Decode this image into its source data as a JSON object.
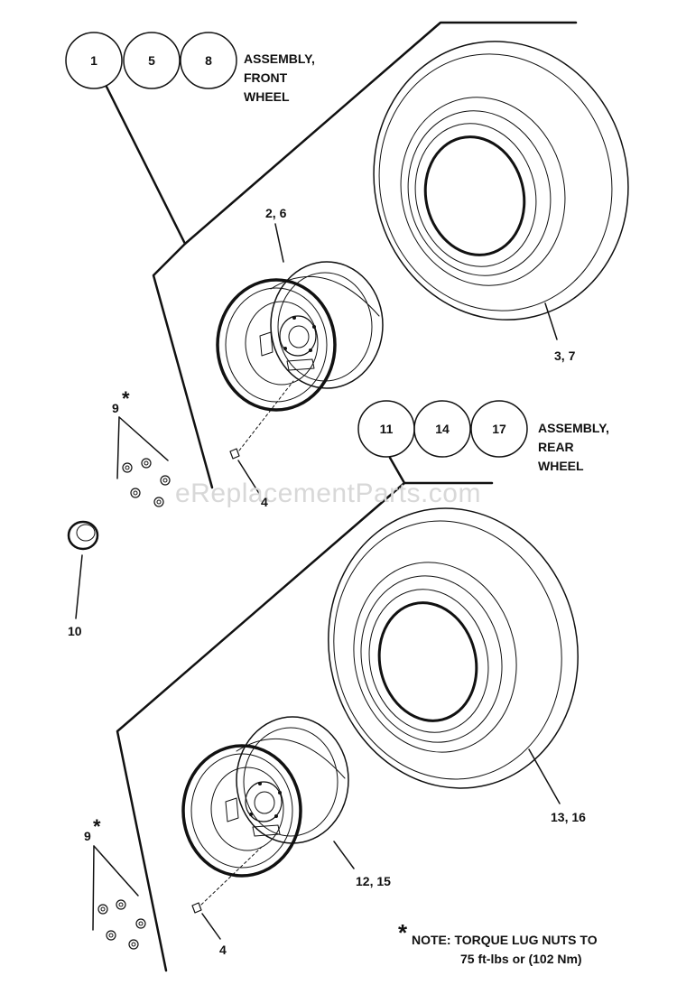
{
  "front_assembly": {
    "refs": [
      "1",
      "5",
      "8"
    ],
    "title_lines": [
      "ASSEMBLY,",
      "FRONT",
      "WHEEL"
    ]
  },
  "rear_assembly": {
    "refs": [
      "11",
      "14",
      "17"
    ],
    "title_lines": [
      "ASSEMBLY,",
      "REAR",
      "WHEEL"
    ]
  },
  "callouts": {
    "front_rim": "2, 6",
    "front_tire": "3, 7",
    "front_valve": "4",
    "front_lug_nuts": "9",
    "cap": "10",
    "rear_rim": "12, 15",
    "rear_tire": "13, 16",
    "rear_valve": "4",
    "rear_lug_nuts": "9",
    "asterisk": "*"
  },
  "note": {
    "asterisk": "*",
    "line1": "NOTE: TORQUE LUG NUTS TO",
    "line2": "75 ft-lbs or (102 Nm)"
  },
  "watermark": "eReplacementParts.com",
  "colors": {
    "ink": "#111111",
    "background": "#ffffff",
    "watermark": "#d8d8d8"
  }
}
